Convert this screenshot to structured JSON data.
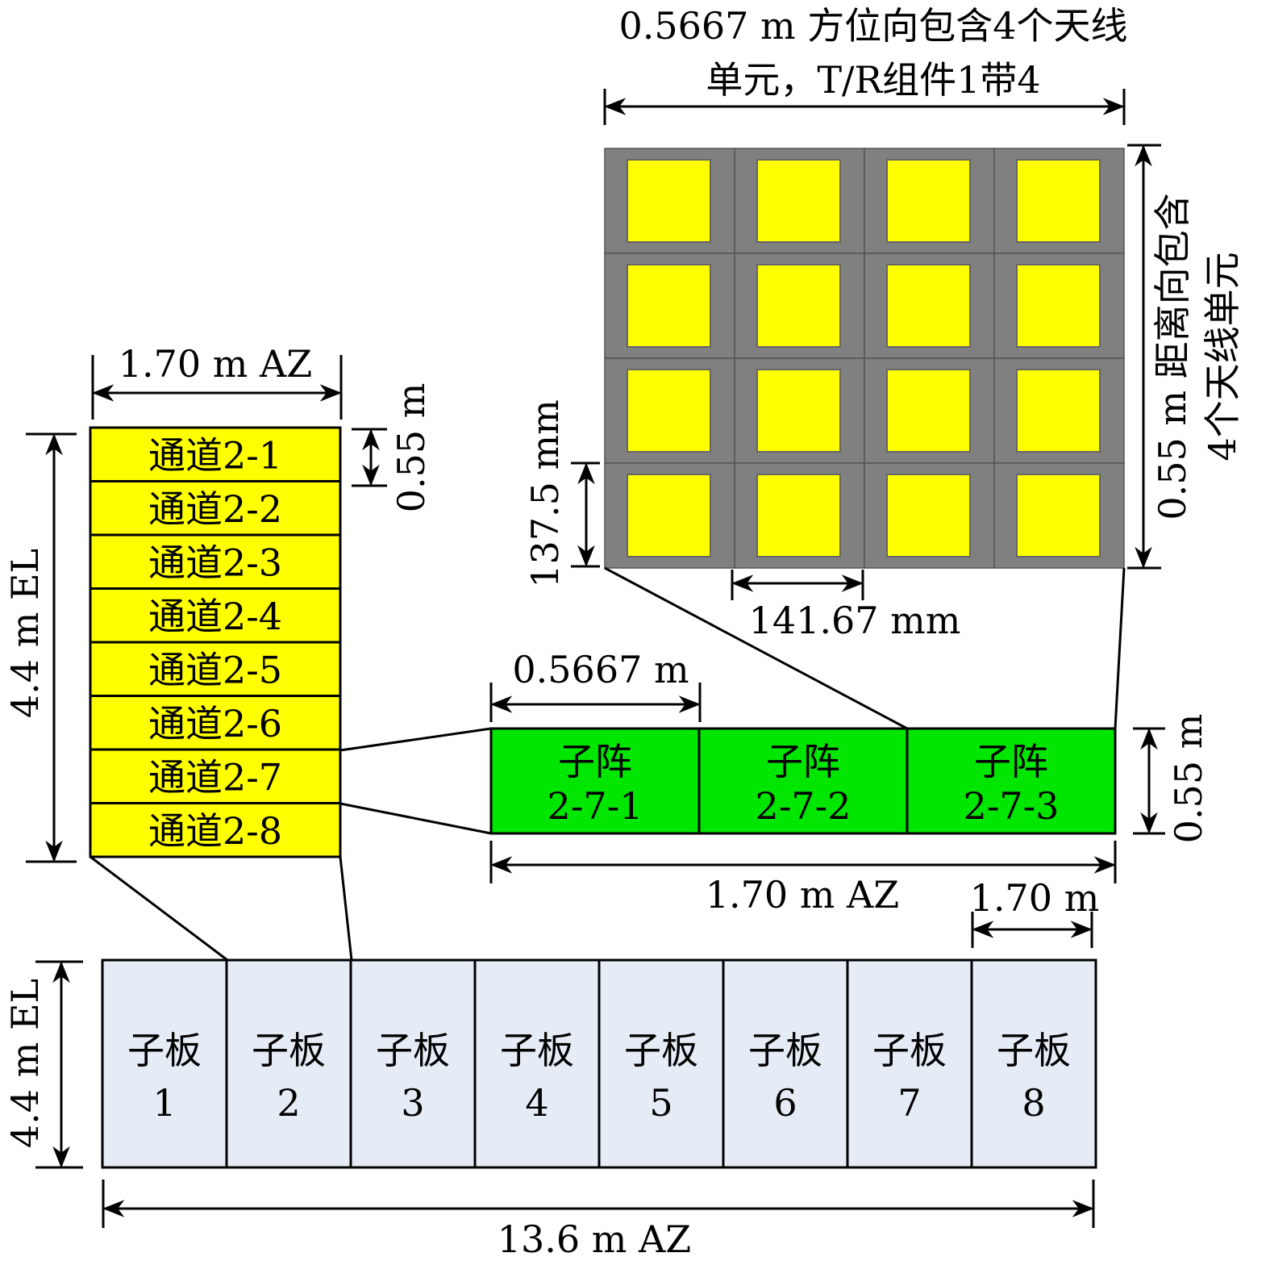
{
  "top_label": {
    "line1": "0.5667 m 方位向包含4个天线",
    "line2": "单元，T/R组件1带4"
  },
  "right_label": {
    "line1": "0.55 m 距离向包含",
    "line2": "4个天线单元"
  },
  "element_height_label": "137.5 mm",
  "element_width_label": "141.67 mm",
  "element_grid": {
    "rows": 4,
    "cols": 4
  },
  "subarray_width_label": "0.5667 m",
  "subarray_height_label": "0.55 m",
  "subarray_total_label": "1.70 m AZ",
  "subarrays": [
    {
      "line1": "子阵",
      "line2": "2-7-1"
    },
    {
      "line1": "子阵",
      "line2": "2-7-2"
    },
    {
      "line1": "子阵",
      "line2": "2-7-3"
    }
  ],
  "channel_width_label": "1.70 m AZ",
  "channel_height_label": "0.55 m",
  "channel_total_label": "4.4 m EL",
  "channels": [
    "通道2-1",
    "通道2-2",
    "通道2-3",
    "通道2-4",
    "通道2-5",
    "通道2-6",
    "通道2-7",
    "通道2-8"
  ],
  "board_width_label": "1.70 m",
  "board_height_label": "4.4 m EL",
  "board_total_label": "13.6 m AZ",
  "boards": [
    {
      "line1": "子板",
      "line2": "1"
    },
    {
      "line1": "子板",
      "line2": "2"
    },
    {
      "line1": "子板",
      "line2": "3"
    },
    {
      "line1": "子板",
      "line2": "4"
    },
    {
      "line1": "子板",
      "line2": "5"
    },
    {
      "line1": "子板",
      "line2": "6"
    },
    {
      "line1": "子板",
      "line2": "7"
    },
    {
      "line1": "子板",
      "line2": "8"
    }
  ],
  "colors": {
    "channel": "#ffff00",
    "subarray": "#00e600",
    "board": "#e6ecf6",
    "grid": "#808080",
    "element": "#ffff00"
  }
}
